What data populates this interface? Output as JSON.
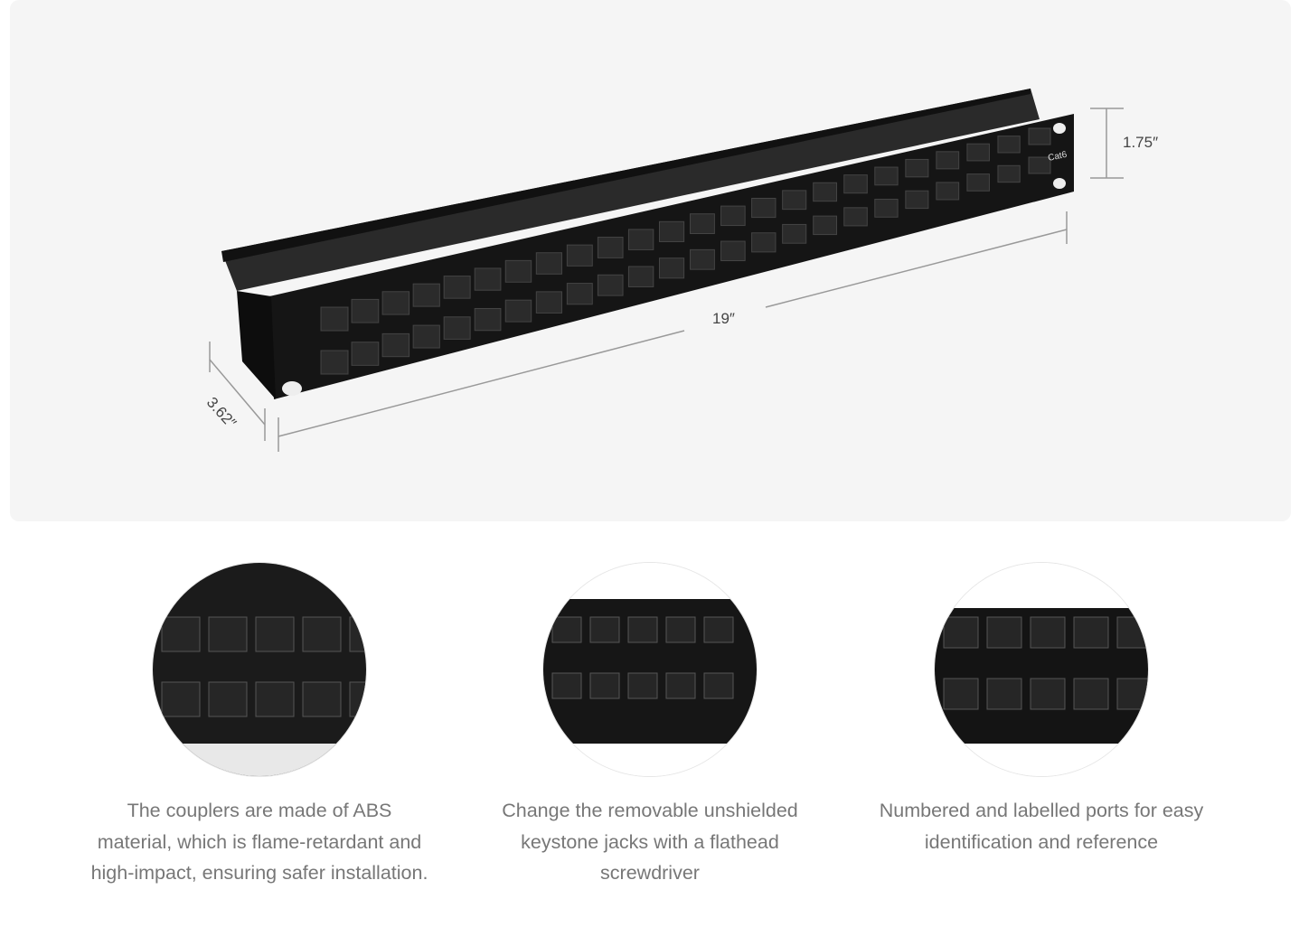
{
  "product_image": {
    "dimensions": {
      "height": "1.75″",
      "width": "19″",
      "depth": "3.62″"
    },
    "panel_label": "Cat6"
  },
  "features": [
    {
      "caption": "The couplers are made of ABS material, which is flame-retardant and high-impact, ensuring safer installation."
    },
    {
      "caption": "Change the removable unshielded keystone jacks with a flathead screwdriver"
    },
    {
      "caption": "Numbered and labelled ports for easy identification and reference"
    }
  ],
  "colors": {
    "hero_bg": "#f5f5f5",
    "caption_text": "#777777",
    "panel": "#1a1a1a",
    "dimension_line": "#999999"
  }
}
